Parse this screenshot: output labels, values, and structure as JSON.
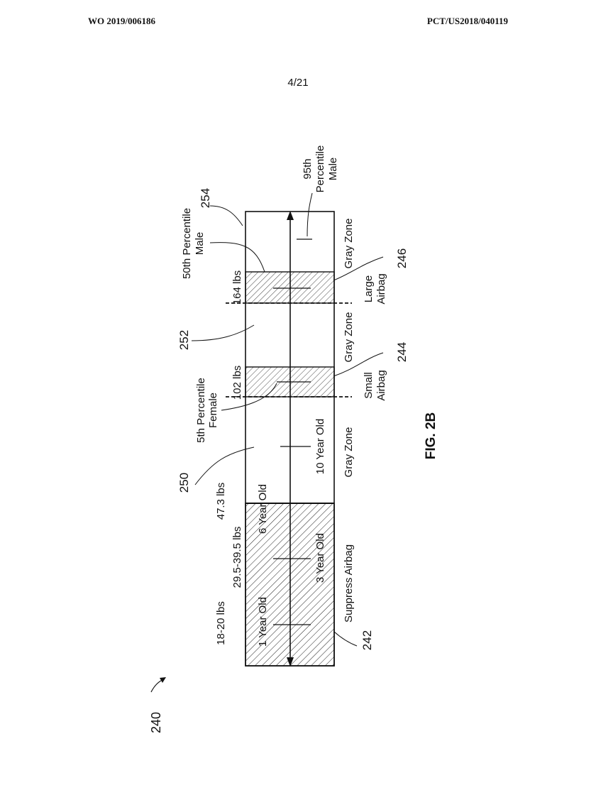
{
  "header": {
    "publication_number": "WO 2019/006186",
    "application_number": "PCT/US2018/040119"
  },
  "sheet_number": "4/21",
  "figure_label": "FIG. 2B",
  "refs": {
    "figure": "240",
    "suppress": "242",
    "small_airbag": "244",
    "large_airbag": "246",
    "region_250": "250",
    "region_252": "252",
    "region_254": "254"
  },
  "weights": {
    "w_18_20": "18-20 lbs",
    "w_29_39": "29.5-39.5 lbs",
    "w_47": "47.3 lbs",
    "w_102": "102 lbs",
    "w_164": "164 lbs"
  },
  "occupants": {
    "one_year": "1 Year Old",
    "three_year": "3 Year Old",
    "six_year": "6 Year Old",
    "ten_year": "10 Year Old"
  },
  "percentiles": {
    "p5_line1": "5th Percentile",
    "p5_line2": "Female",
    "p50_line1": "50th Percentile",
    "p50_line2": "Male",
    "p95_line1": "95th",
    "p95_line2": "Percentile",
    "p95_line3": "Male"
  },
  "zones": {
    "suppress": "Suppress Airbag",
    "gray_a": "Gray Zone",
    "small_1": "Small",
    "small_2": "Airbag",
    "gray_b": "Gray Zone",
    "large_1": "Large",
    "large_2": "Airbag",
    "gray_c": "Gray Zone"
  }
}
